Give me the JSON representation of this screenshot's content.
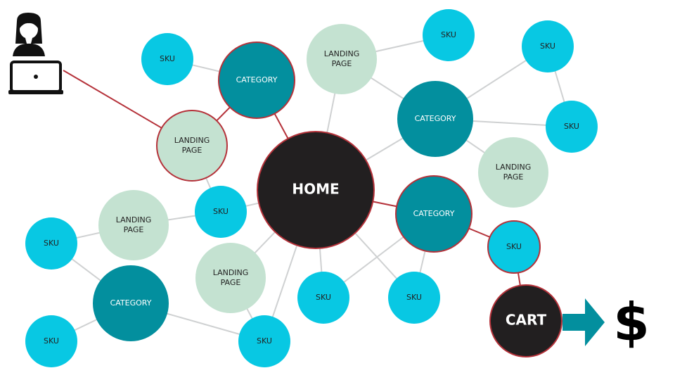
{
  "colors": {
    "home": "#221f20",
    "category": "#038f9e",
    "sku": "#08c8e3",
    "landing": "#c4e2d1",
    "path": "#b5323a",
    "edge": "#cfd1d2",
    "arrow": "#038f9e",
    "label_dark": "#222222",
    "label_light": "#ffffff"
  },
  "nodes": [
    {
      "id": "home",
      "kind": "home",
      "label": "HOME"
    },
    {
      "id": "cat_top",
      "kind": "category",
      "label": "CATEGORY"
    },
    {
      "id": "cat_right",
      "kind": "category",
      "label": "CATEGORY"
    },
    {
      "id": "cat_mid",
      "kind": "category",
      "label": "CATEGORY"
    },
    {
      "id": "cat_bl",
      "kind": "category",
      "label": "CATEGORY"
    },
    {
      "id": "lp_top",
      "kind": "landing",
      "label": [
        "LANDING",
        "PAGE"
      ]
    },
    {
      "id": "lp_left",
      "kind": "landing",
      "label": [
        "LANDING",
        "PAGE"
      ]
    },
    {
      "id": "lp_right",
      "kind": "landing",
      "label": [
        "LANDING",
        "PAGE"
      ]
    },
    {
      "id": "lp_midleft",
      "kind": "landing",
      "label": [
        "LANDING",
        "PAGE"
      ]
    },
    {
      "id": "lp_bottom",
      "kind": "landing",
      "label": [
        "LANDING",
        "PAGE"
      ]
    },
    {
      "id": "sku_tl",
      "kind": "sku",
      "label": "SKU"
    },
    {
      "id": "sku_top",
      "kind": "sku",
      "label": "SKU"
    },
    {
      "id": "sku_tr",
      "kind": "sku",
      "label": "SKU"
    },
    {
      "id": "sku_r",
      "kind": "sku",
      "label": "SKU"
    },
    {
      "id": "sku_mid",
      "kind": "sku",
      "label": "SKU"
    },
    {
      "id": "sku_l",
      "kind": "sku",
      "label": "SKU"
    },
    {
      "id": "sku_bl",
      "kind": "sku",
      "label": "SKU"
    },
    {
      "id": "sku_b1",
      "kind": "sku",
      "label": "SKU"
    },
    {
      "id": "sku_b2",
      "kind": "sku",
      "label": "SKU"
    },
    {
      "id": "sku_b3",
      "kind": "sku",
      "label": "SKU"
    },
    {
      "id": "sku_path",
      "kind": "sku",
      "label": "SKU"
    },
    {
      "id": "cart",
      "kind": "home",
      "label": "CART"
    }
  ],
  "edges": [
    [
      "home",
      "lp_top"
    ],
    [
      "home",
      "cat_right"
    ],
    [
      "home",
      "sku_mid"
    ],
    [
      "home",
      "lp_bottom"
    ],
    [
      "home",
      "sku_b1"
    ],
    [
      "home",
      "sku_b2"
    ],
    [
      "home",
      "sku_b3"
    ],
    [
      "cat_top",
      "sku_tl"
    ],
    [
      "lp_top",
      "sku_top"
    ],
    [
      "lp_top",
      "cat_right"
    ],
    [
      "cat_right",
      "sku_tr"
    ],
    [
      "cat_right",
      "sku_r"
    ],
    [
      "cat_right",
      "lp_right"
    ],
    [
      "sku_tr",
      "sku_r"
    ],
    [
      "cat_mid",
      "sku_b2"
    ],
    [
      "cat_mid",
      "sku_b3"
    ],
    [
      "lp_left",
      "sku_mid"
    ],
    [
      "lp_left",
      "sku_l"
    ],
    [
      "lp_midleft",
      "sku_mid"
    ],
    [
      "sku_l",
      "cat_bl"
    ],
    [
      "cat_bl",
      "sku_bl"
    ],
    [
      "cat_bl",
      "sku_b1"
    ],
    [
      "lp_bottom",
      "sku_b1"
    ]
  ],
  "path_edges": [
    [
      "lp_midleft",
      "cat_top"
    ],
    [
      "cat_top",
      "home"
    ],
    [
      "home",
      "cat_mid"
    ],
    [
      "cat_mid",
      "sku_path"
    ],
    [
      "sku_path",
      "cart"
    ]
  ],
  "path_nodes": [
    "lp_midleft",
    "cat_top",
    "home",
    "cat_mid",
    "sku_path",
    "cart"
  ],
  "user_icon": "user-at-laptop-icon",
  "arrow_icon": "arrow-right-icon",
  "dollar": "$"
}
